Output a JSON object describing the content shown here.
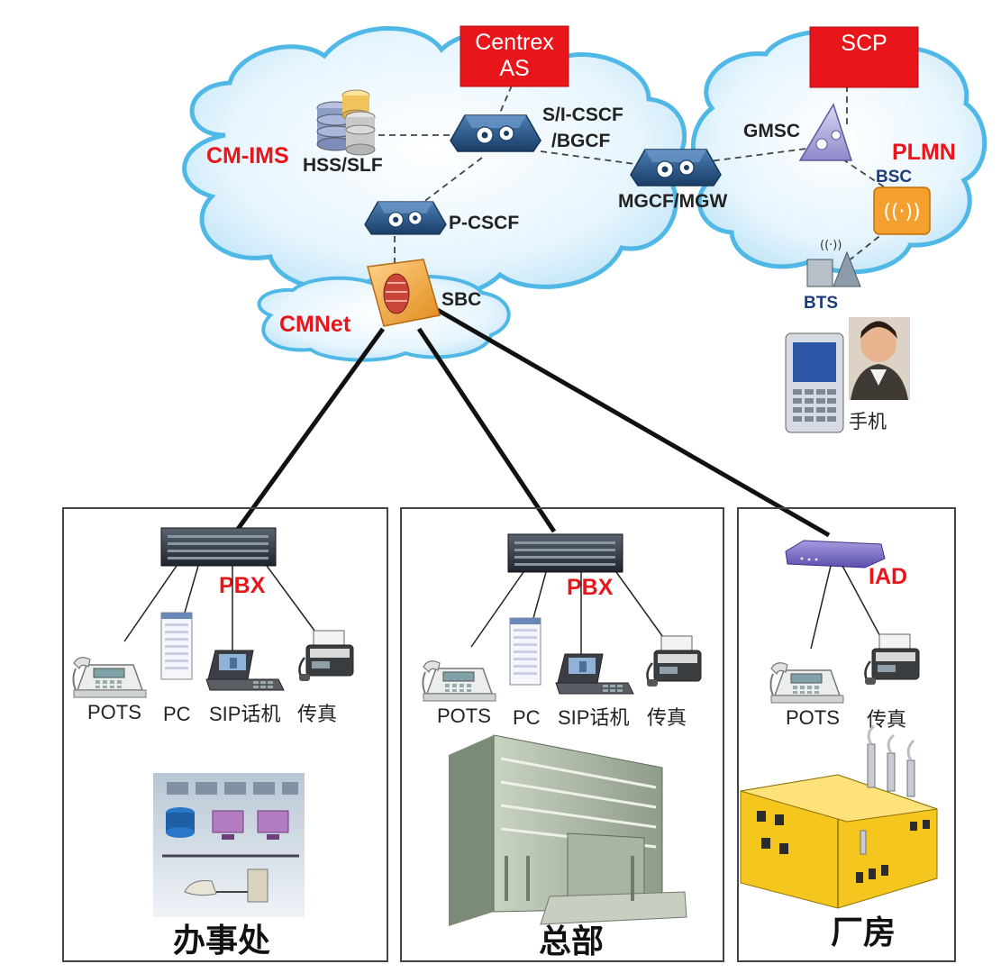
{
  "core": {
    "cm_ims": "CM-IMS",
    "cmnet": "CMNet",
    "plmn": "PLMN",
    "centrex_line1": "Centrex",
    "centrex_line2": "AS",
    "scp": "SCP",
    "hss_slf": "HSS/SLF",
    "s_i_cscf_line1": "S/I-CSCF",
    "s_i_cscf_line2": "/BGCF",
    "p_cscf": "P-CSCF",
    "sbc": "SBC",
    "mgcf_mgw": "MGCF/MGW",
    "gmsc": "GMSC",
    "bsc": "BSC",
    "bts": "BTS",
    "mobile": "手机"
  },
  "sites": [
    {
      "name": "办事处",
      "gateway": "PBX",
      "devices": [
        "POTS",
        "PC",
        "SIP话机",
        "传真"
      ]
    },
    {
      "name": "总部",
      "gateway": "PBX",
      "devices": [
        "POTS",
        "PC",
        "SIP话机",
        "传真"
      ]
    },
    {
      "name": "厂房",
      "gateway": "IAD",
      "devices": [
        "POTS",
        "传真"
      ]
    }
  ],
  "colors": {
    "accent_red": "#e8161b",
    "cloud_fill": "#dff1fb",
    "cloud_edge": "#4fb8e6",
    "router_blue": "#234f7e",
    "sbc_orange": "#f2a43a"
  }
}
